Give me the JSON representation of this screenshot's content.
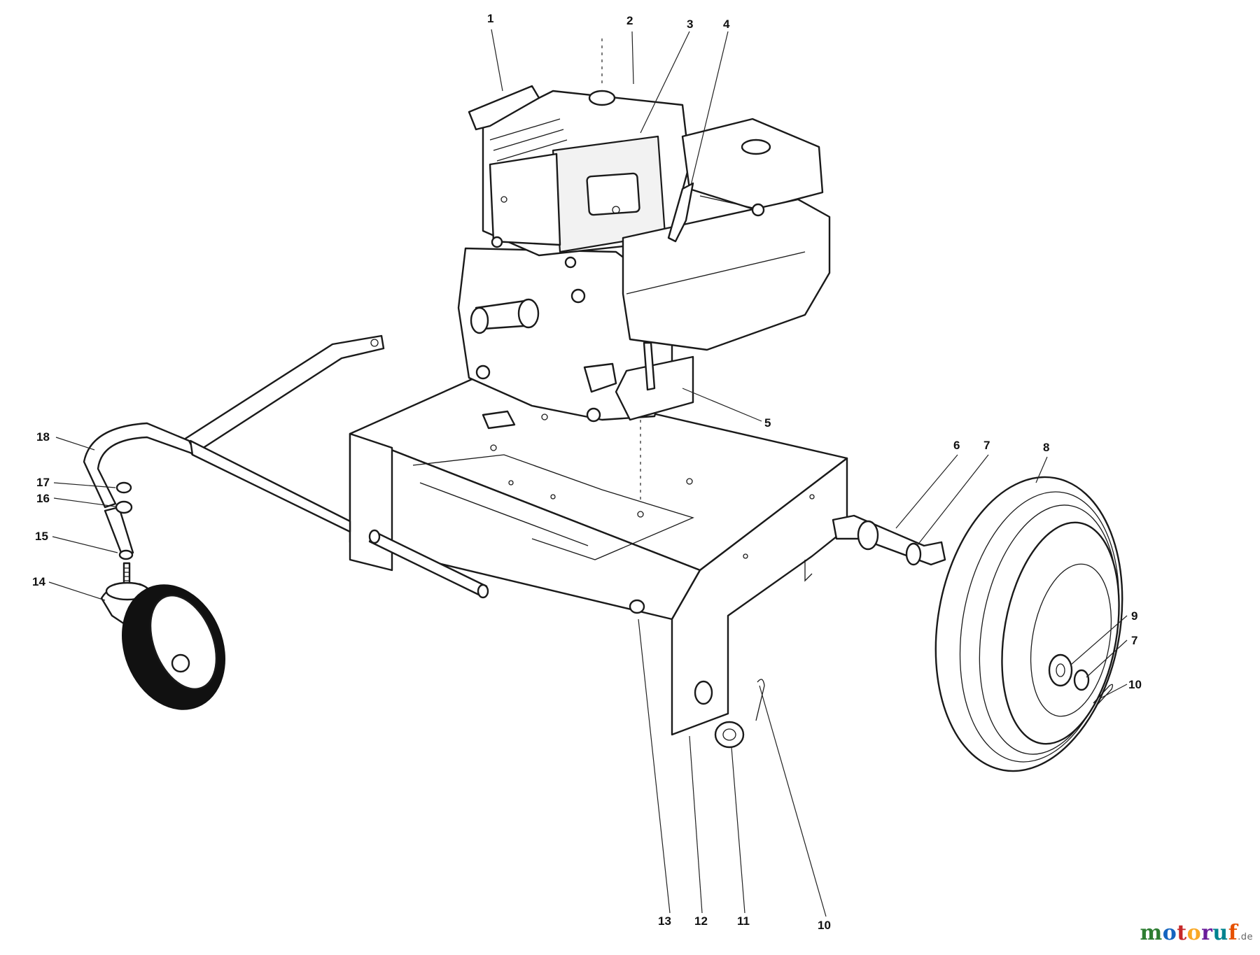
{
  "callouts": [
    {
      "id": "c1",
      "label": "1"
    },
    {
      "id": "c2",
      "label": "2"
    },
    {
      "id": "c3",
      "label": "3"
    },
    {
      "id": "c4",
      "label": "4"
    },
    {
      "id": "c5",
      "label": "5"
    },
    {
      "id": "c6",
      "label": "6"
    },
    {
      "id": "c7a",
      "label": "7"
    },
    {
      "id": "c8",
      "label": "8"
    },
    {
      "id": "c9",
      "label": "9"
    },
    {
      "id": "c7b",
      "label": "7"
    },
    {
      "id": "c10a",
      "label": "10"
    },
    {
      "id": "c18",
      "label": "18"
    },
    {
      "id": "c17",
      "label": "17"
    },
    {
      "id": "c16",
      "label": "16"
    },
    {
      "id": "c15",
      "label": "15"
    },
    {
      "id": "c14",
      "label": "14"
    },
    {
      "id": "c13",
      "label": "13"
    },
    {
      "id": "c12",
      "label": "12"
    },
    {
      "id": "c11",
      "label": "11"
    },
    {
      "id": "c10b",
      "label": "10"
    }
  ],
  "watermark": {
    "letters": [
      "m",
      "o",
      "t",
      "o",
      "r",
      "u",
      "f"
    ],
    "colors": [
      "#2e7d32",
      "#1565c0",
      "#c62828",
      "#f9a825",
      "#6a1b9a",
      "#00838f",
      "#e65100"
    ],
    "suffix": ".de"
  }
}
